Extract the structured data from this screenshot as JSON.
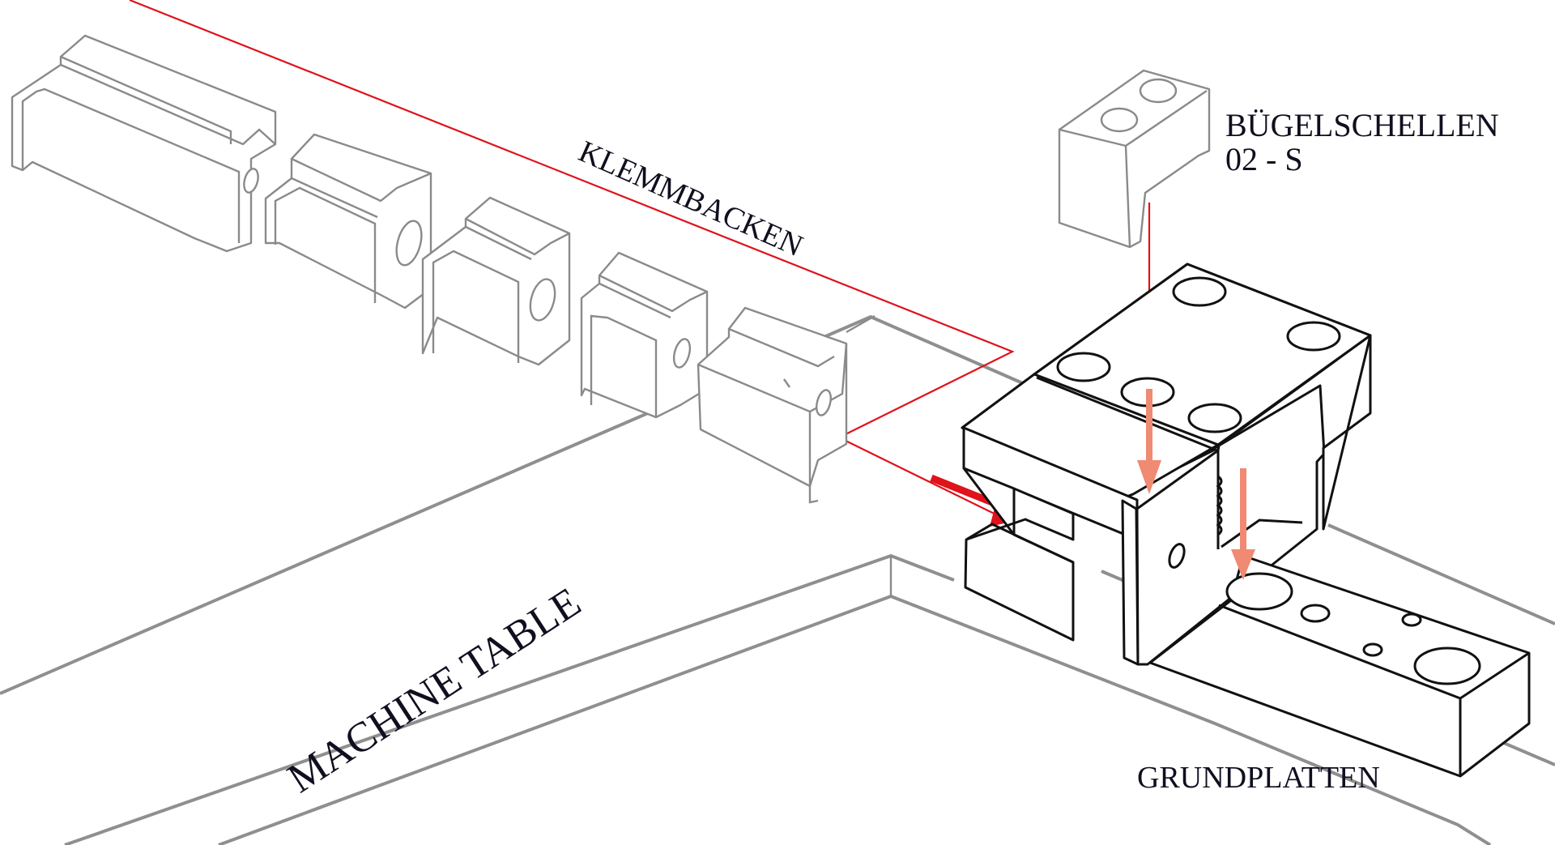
{
  "diagram": {
    "title": "Clamping system assembly on machine table",
    "labels": {
      "clamping_jaws": "KLEMMBACKEN",
      "bracket_clamps_line1": "BÜGELSCHELLEN",
      "bracket_clamps_line2": "02 - S",
      "base_plates": "GRUNDPLATTEN",
      "machine_table": "MACHINE TABLE"
    },
    "components": [
      {
        "id": "clamping-jaw-1",
        "group": "KLEMMBACKEN"
      },
      {
        "id": "clamping-jaw-2",
        "group": "KLEMMBACKEN"
      },
      {
        "id": "clamping-jaw-3",
        "group": "KLEMMBACKEN"
      },
      {
        "id": "clamping-jaw-4",
        "group": "KLEMMBACKEN"
      },
      {
        "id": "clamping-jaw-5",
        "group": "KLEMMBACKEN"
      },
      {
        "id": "bracket-clamp",
        "group": "BÜGELSCHELLEN 02 - S"
      },
      {
        "id": "clamp-body",
        "group": "assembly"
      },
      {
        "id": "base-plate",
        "group": "GRUNDPLATTEN"
      }
    ],
    "colors": {
      "leader_line": "#e0121b",
      "insert_arrow": "#e0121b",
      "mount_arrow": "#f08a72",
      "parts_outline": "#8a8a8a",
      "assembly_outline": "#111111",
      "text": "#0f0f1f"
    }
  }
}
